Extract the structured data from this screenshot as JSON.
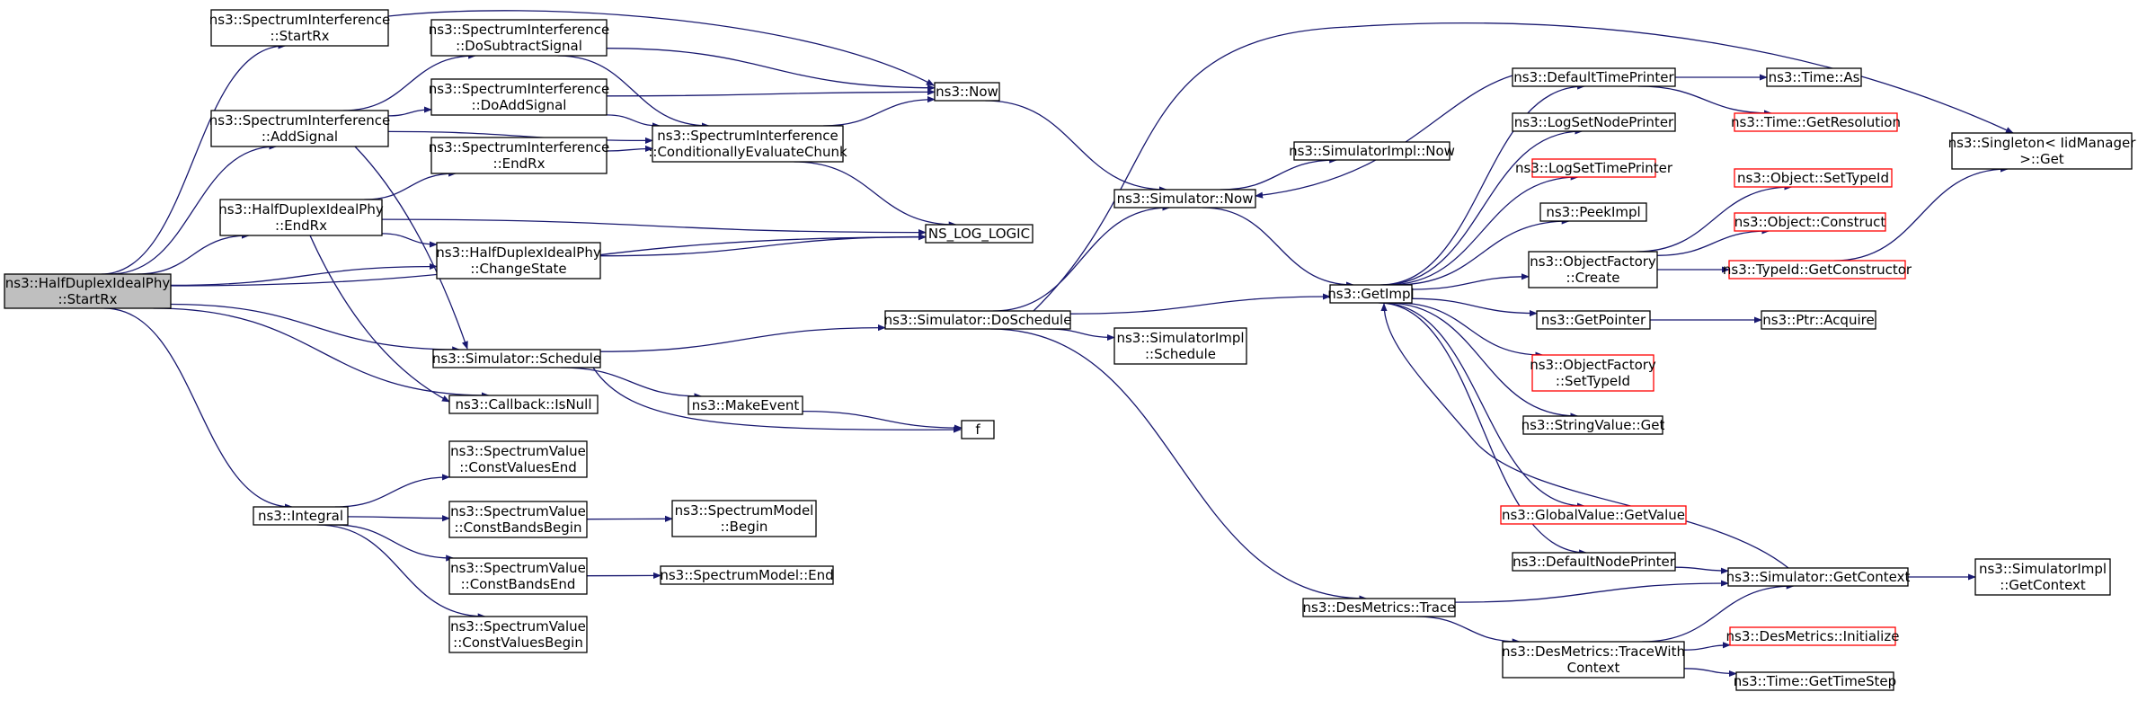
{
  "colors": {
    "edge": "#191970",
    "node_border": "#000000",
    "node_border_external": "#ff0000",
    "root_fill": "#bfbfbf",
    "background": "#ffffff"
  },
  "nodes": {
    "startrx_root": {
      "lines": [
        "ns3::HalfDuplexIdealPhy",
        "::StartRx"
      ],
      "style": "root"
    },
    "si_startrx": {
      "lines": [
        "ns3::SpectrumInterference",
        "::StartRx"
      ]
    },
    "si_addsignal": {
      "lines": [
        "ns3::SpectrumInterference",
        "::AddSignal"
      ]
    },
    "hd_endrx": {
      "lines": [
        "ns3::HalfDuplexIdealPhy",
        "::EndRx"
      ]
    },
    "integral": {
      "lines": [
        "ns3::Integral"
      ]
    },
    "si_dosubtract": {
      "lines": [
        "ns3::SpectrumInterference",
        "::DoSubtractSignal"
      ]
    },
    "si_doadd": {
      "lines": [
        "ns3::SpectrumInterference",
        "::DoAddSignal"
      ]
    },
    "si_endrx": {
      "lines": [
        "ns3::SpectrumInterference",
        "::EndRx"
      ]
    },
    "hd_changestate": {
      "lines": [
        "ns3::HalfDuplexIdealPhy",
        "::ChangeState"
      ]
    },
    "sim_schedule": {
      "lines": [
        "ns3::Simulator::Schedule"
      ]
    },
    "cb_isnull": {
      "lines": [
        "ns3::Callback::IsNull"
      ]
    },
    "sv_cvend": {
      "lines": [
        "ns3::SpectrumValue",
        "::ConstValuesEnd"
      ]
    },
    "sv_cbbegin": {
      "lines": [
        "ns3::SpectrumValue",
        "::ConstBandsBegin"
      ]
    },
    "sv_cbend": {
      "lines": [
        "ns3::SpectrumValue",
        "::ConstBandsEnd"
      ]
    },
    "sv_cvbegin": {
      "lines": [
        "ns3::SpectrumValue",
        "::ConstValuesBegin"
      ]
    },
    "now": {
      "lines": [
        "ns3::Now"
      ]
    },
    "si_cec": {
      "lines": [
        "ns3::SpectrumInterference",
        "::ConditionallyEvaluateChunk"
      ]
    },
    "ns_log": {
      "lines": [
        "NS_LOG_LOGIC"
      ]
    },
    "make_event": {
      "lines": [
        "ns3::MakeEvent"
      ]
    },
    "f": {
      "lines": [
        "f"
      ]
    },
    "sm_begin": {
      "lines": [
        "ns3::SpectrumModel",
        "::Begin"
      ]
    },
    "sm_end": {
      "lines": [
        "ns3::SpectrumModel::End"
      ]
    },
    "sim_now": {
      "lines": [
        "ns3::Simulator::Now"
      ]
    },
    "sim_doschedule": {
      "lines": [
        "ns3::Simulator::DoSchedule"
      ]
    },
    "simimpl_now": {
      "lines": [
        "ns3::SimulatorImpl::Now"
      ]
    },
    "simimpl_schedule": {
      "lines": [
        "ns3::SimulatorImpl",
        "::Schedule"
      ]
    },
    "desmetrics_trace": {
      "lines": [
        "ns3::DesMetrics::Trace"
      ]
    },
    "getimpl": {
      "lines": [
        "ns3::GetImpl"
      ]
    },
    "default_time_printer": {
      "lines": [
        "ns3::DefaultTimePrinter"
      ]
    },
    "log_set_node_printer": {
      "lines": [
        "ns3::LogSetNodePrinter"
      ]
    },
    "log_set_time_printer": {
      "lines": [
        "ns3::LogSetTimePrinter"
      ],
      "style": "red"
    },
    "peek_impl": {
      "lines": [
        "ns3::PeekImpl"
      ]
    },
    "of_create": {
      "lines": [
        "ns3::ObjectFactory",
        "::Create"
      ]
    },
    "get_pointer": {
      "lines": [
        "ns3::GetPointer"
      ]
    },
    "of_settypeid": {
      "lines": [
        "ns3::ObjectFactory",
        "::SetTypeId"
      ],
      "style": "red"
    },
    "stringvalue_get": {
      "lines": [
        "ns3::StringValue::Get"
      ]
    },
    "globalvalue_getvalue": {
      "lines": [
        "ns3::GlobalValue::GetValue"
      ],
      "style": "red"
    },
    "default_node_printer": {
      "lines": [
        "ns3::DefaultNodePrinter"
      ]
    },
    "dm_tracewithcontext": {
      "lines": [
        "ns3::DesMetrics::TraceWith",
        "Context"
      ]
    },
    "time_as": {
      "lines": [
        "ns3::Time::As"
      ]
    },
    "time_getresolution": {
      "lines": [
        "ns3::Time::GetResolution"
      ],
      "style": "red"
    },
    "object_settypeid": {
      "lines": [
        "ns3::Object::SetTypeId"
      ],
      "style": "red"
    },
    "object_construct": {
      "lines": [
        "ns3::Object::Construct"
      ],
      "style": "red"
    },
    "typeid_getconstructor": {
      "lines": [
        "ns3::TypeId::GetConstructor"
      ],
      "style": "red"
    },
    "ptr_acquire": {
      "lines": [
        "ns3::Ptr::Acquire"
      ]
    },
    "sim_getcontext": {
      "lines": [
        "ns3::Simulator::GetContext"
      ]
    },
    "dm_initialize": {
      "lines": [
        "ns3::DesMetrics::Initialize"
      ],
      "style": "red"
    },
    "time_gettimestep": {
      "lines": [
        "ns3::Time::GetTimeStep"
      ]
    },
    "singleton_get": {
      "lines": [
        "ns3::Singleton< IidManager",
        ">::Get"
      ]
    },
    "simimpl_getcontext": {
      "lines": [
        "ns3::SimulatorImpl",
        "::GetContext"
      ]
    }
  }
}
